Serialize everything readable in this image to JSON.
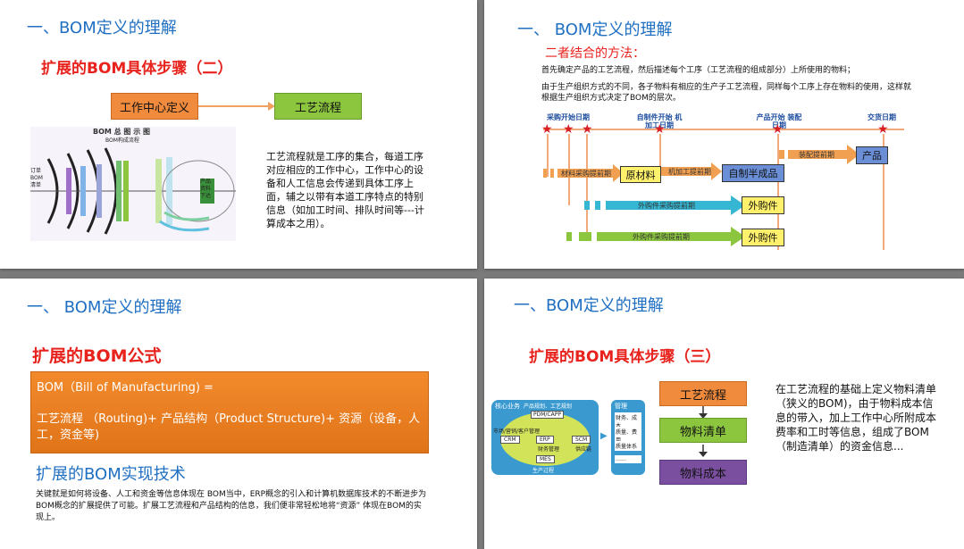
{
  "slide1": {
    "heading": "一、BOM定义的理解",
    "subheading": "扩展的BOM具体步骤（二）",
    "box_left": "工作中心定义",
    "box_right": "工艺流程",
    "diagram_title": "BOM 总 图 示 图",
    "diagram_subtitle": "BOM构成流程",
    "diagram_left_text": "订单 BOM 清单",
    "diagram_right_text": "产品 资料 下达",
    "body": "工艺流程就是工序的集合，每道工序对应相应的工作中心，工作中心的设备和人工信息会传递到具体工序上面，辅之以带有本道工序特点的特别信息（如加工时间、排队时间等---计算成本之用）。"
  },
  "slide2": {
    "heading": "一、 BOM定义的理解",
    "subheading": "二者结合的方法：",
    "para1": "首先确定产品的工艺流程，然后描述每个工序（工艺流程的组成部分）上所使用的物料；",
    "para2": "由于生产组织方式的不同，各子物料有相应的生产子工艺流程，同样每个工序上存在物料的使用，这样就根据生产组织方式决定了BOM的层次。",
    "timeline_labels": {
      "purchase_start": "采购开始日期",
      "self_made_start": "自制件开始 机加工日期",
      "product_start": "产品开始 装配日期",
      "delivery": "交货日期"
    },
    "arrows": {
      "material_lead": "材料采购提前期",
      "machining_lead": "机加工提前期",
      "assembly_lead": "装配提前期",
      "outsourced_lead1": "外购件采购提前期",
      "outsourced_lead2": "外购件采购提前期"
    },
    "boxes": {
      "raw_material": "原材料",
      "semi_finished": "自制半成品",
      "product": "产品",
      "outsourced1": "外购件",
      "outsourced2": "外购件"
    },
    "colors": {
      "orange": "#f0a050",
      "blue_box": "#6b8fd6",
      "cyan": "#35b7d3",
      "green": "#8cc63f",
      "yellow": "#fff16b"
    }
  },
  "slide3": {
    "heading": "一、 BOM定义的理解",
    "subheading": "扩展的BOM公式",
    "formula_line1": "BOM（Bill of Manufacturing) =",
    "formula_line2": "工艺流程 （Routing)+ 产品结构（Product Structure)+ 资源（设备，人工，资金等)",
    "tech_title": "扩展的BOM实现技术",
    "body": "关键就是如何将设备、人工和资金等信息体现在 BOM当中，ERP概念的引入和计算机数据库技术的不断进步为BOM概念的扩展提供了可能。扩展工艺流程和产品结构的信息，我们便非常轻松地将“资源” 体现在BOM的实现上。"
  },
  "slide4": {
    "heading": "一、BOM定义的理解",
    "subheading": "扩展的BOM具体步骤（三）",
    "box1": "工艺流程",
    "box2": "物料清单",
    "box3": "物料成本",
    "diagram": {
      "core_label": "核心业务",
      "mgmt_label": "管理",
      "top": "PDM/CAPP",
      "crm": "CRM",
      "erp": "ERP",
      "scm": "SCM",
      "mes": "MES",
      "caption_top": "产品规划、工艺规划",
      "caption_left": "市场/营销/客户管理",
      "caption_mid": "财务管理",
      "caption_right": "供应链",
      "caption_bottom": "生产过程",
      "side_items": [
        "财务、成本",
        "质量、费用",
        "质量体系",
        "……"
      ]
    },
    "body": "在工艺流程的基础上定义物料清单（狭义的BOM)，由于物料成本信息的带入，加上工作中心所附成本费率和工时等信息，组成了BOM（制造清单）的资金信息..."
  }
}
